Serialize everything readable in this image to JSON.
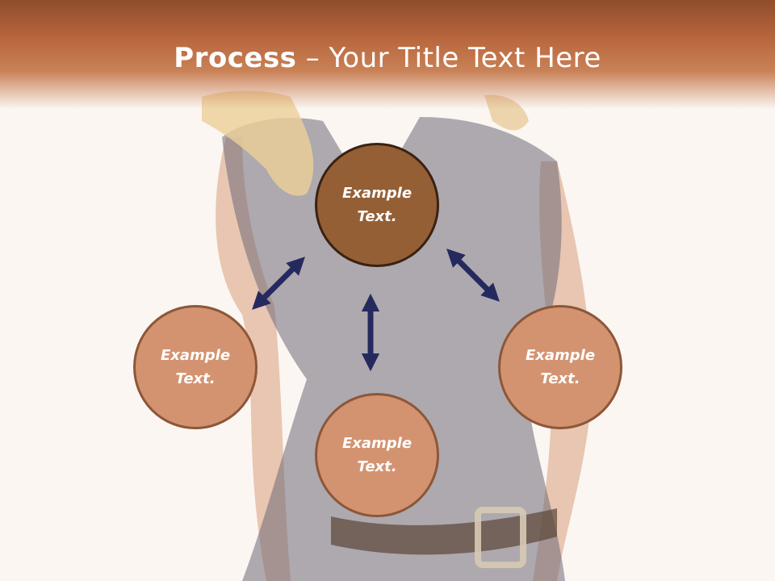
{
  "title": {
    "bold": "Process",
    "rest": " – Your Title Text Here"
  },
  "nodes": {
    "top": "Example Text.",
    "left": "Example Text.",
    "bottom": "Example Text.",
    "right": "Example Text."
  },
  "colors": {
    "title_bar": "#b8663e",
    "node_dark": "#955f35",
    "node_light": "#d49370",
    "arrow": "#252a5e"
  }
}
